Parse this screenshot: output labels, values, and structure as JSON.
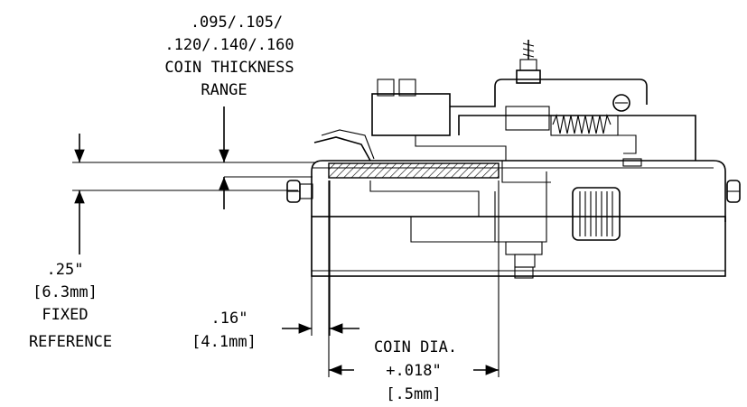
{
  "labels": {
    "thickness_line1": ".095/.105/",
    "thickness_line2": ".120/.140/.160",
    "thickness_line3": "COIN THICKNESS",
    "thickness_line4": "RANGE",
    "fixed_line1": ".25\"",
    "fixed_line2": "[6.3mm]",
    "fixed_line3": "FIXED",
    "fixed_line4": "REFERENCE",
    "offset_line1": ".16\"",
    "offset_line2": "[4.1mm]",
    "dia_line1": "COIN DIA.",
    "dia_line2": "+.018\"",
    "dia_line3": "[.5mm]"
  }
}
